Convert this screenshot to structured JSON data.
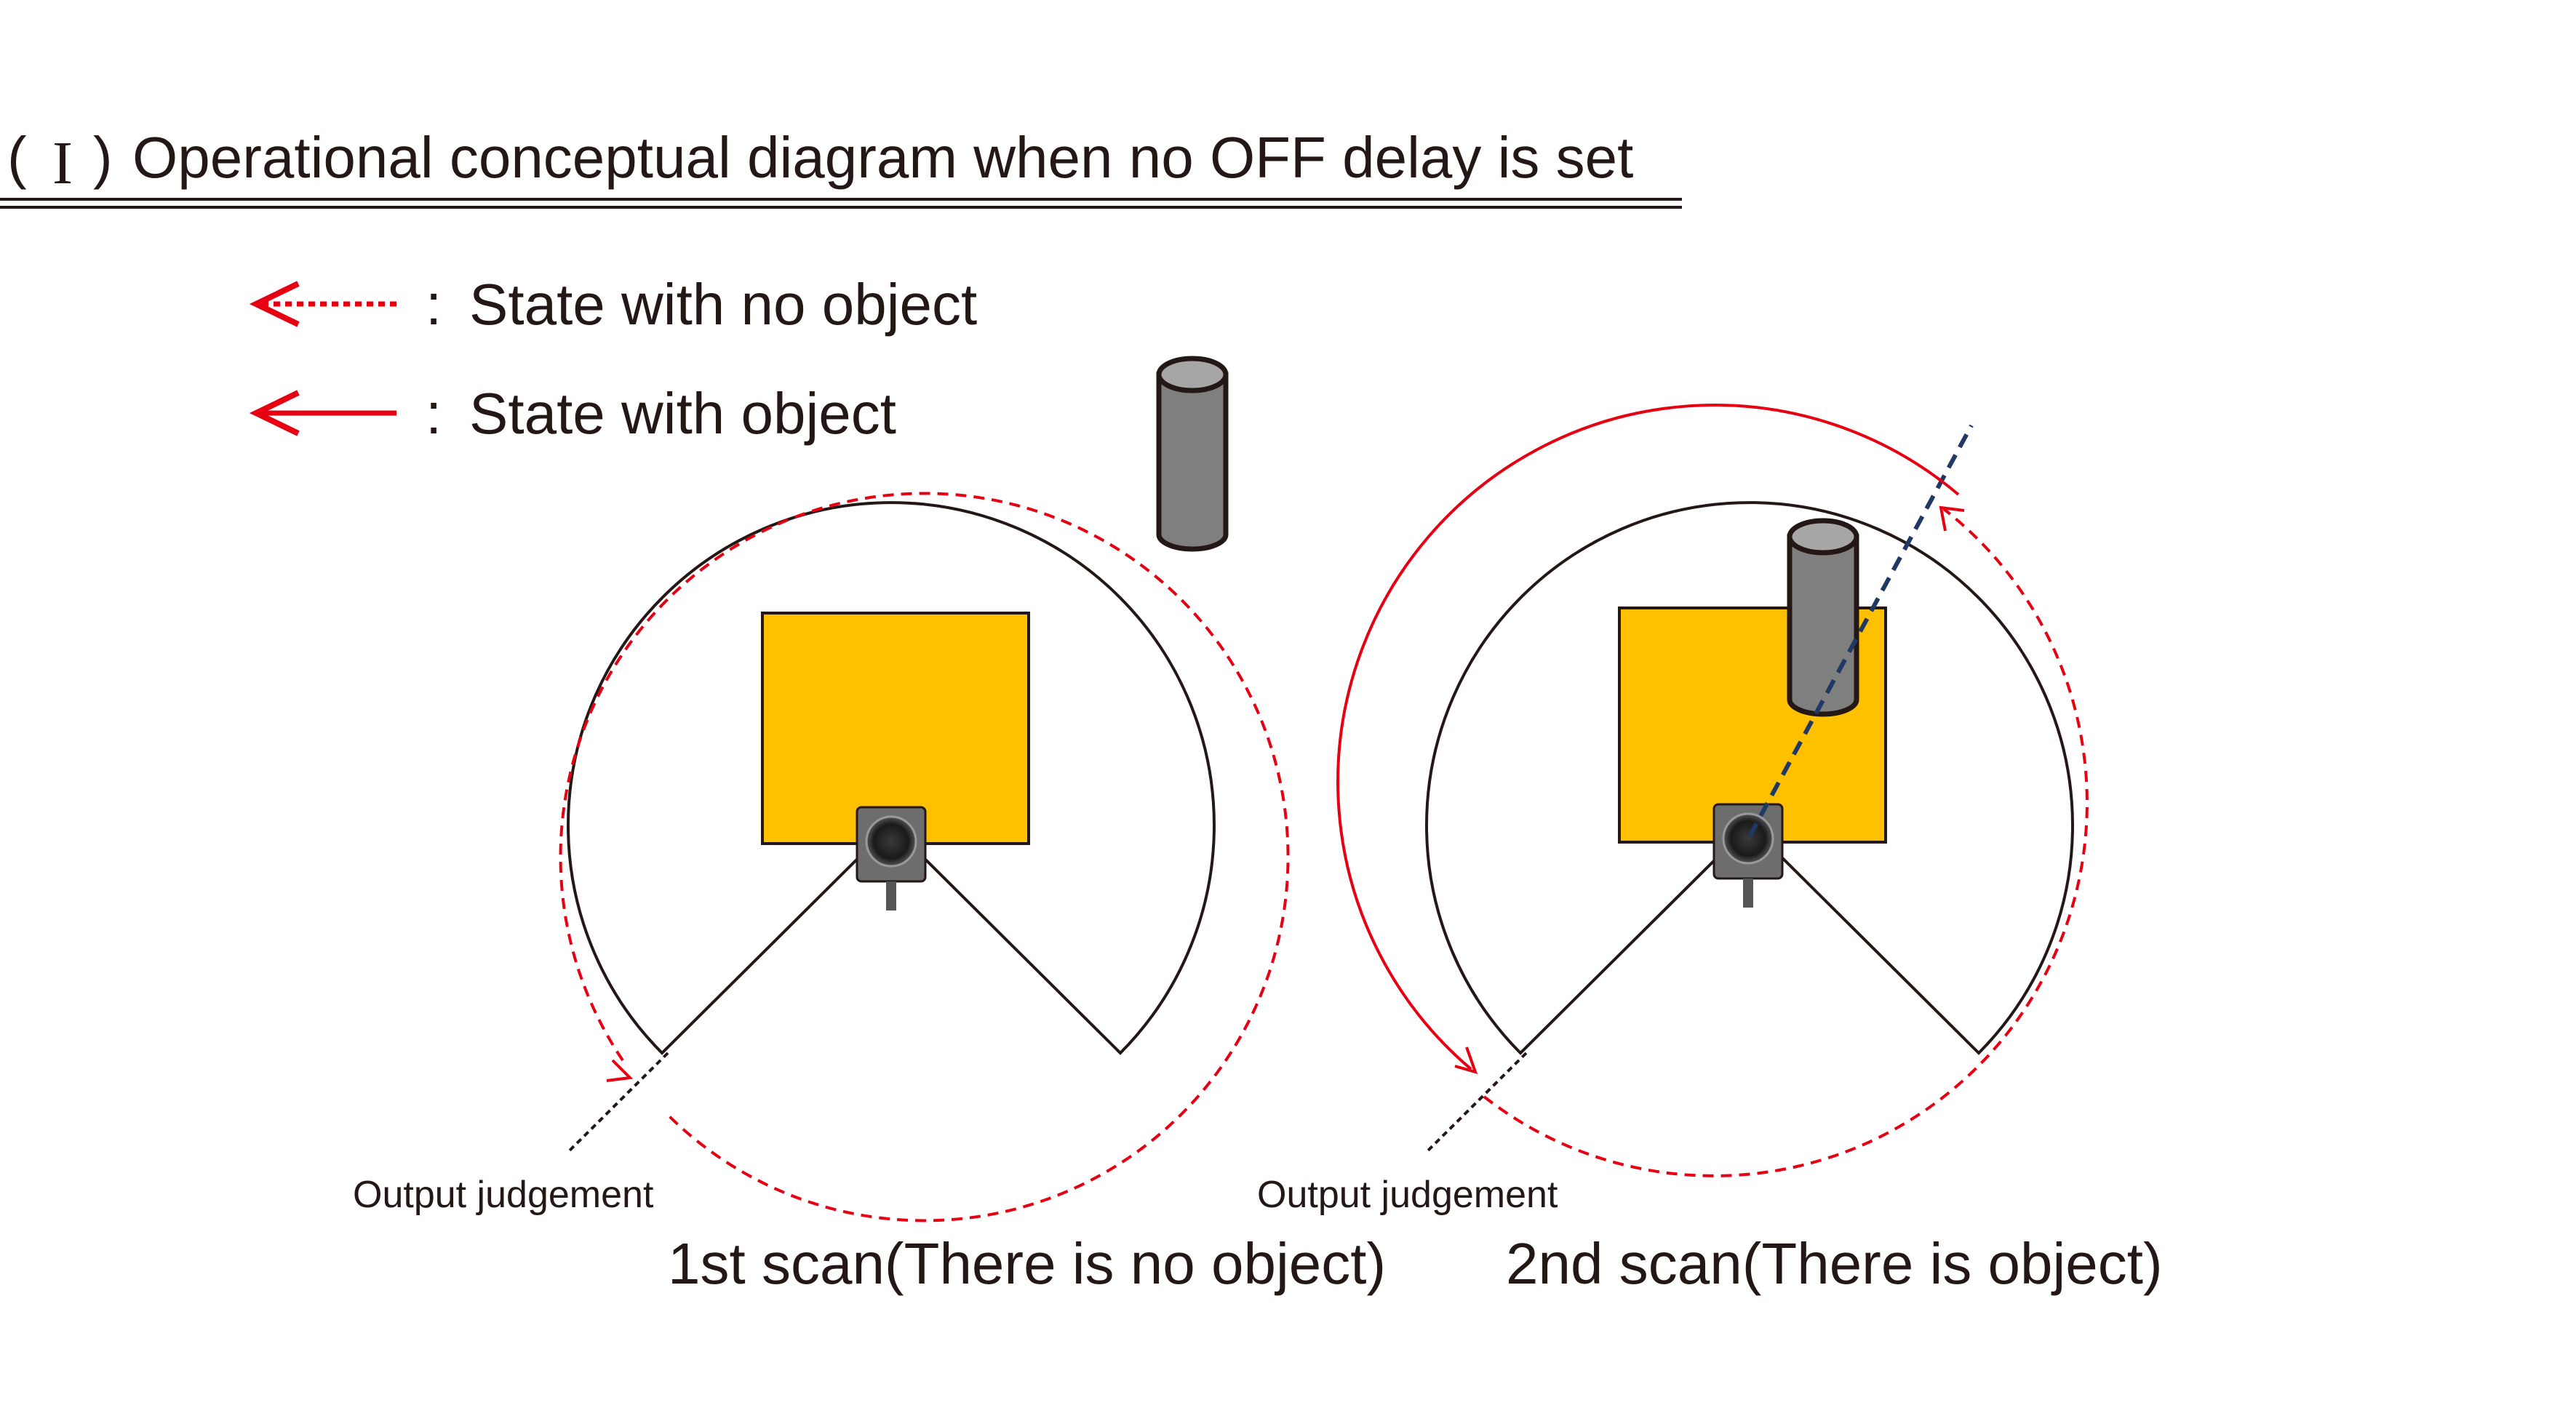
{
  "title": {
    "prefix": "(",
    "numeral": "I",
    "suffix": ")",
    "text": "Operational conceptual diagram when no OFF delay is set"
  },
  "legend": [
    {
      "separator": ":",
      "label": "State with no object",
      "line_style": "dotted"
    },
    {
      "separator": ":",
      "label": "State with object",
      "line_style": "solid"
    }
  ],
  "scans": [
    {
      "caption": "1st scan(There is no object)",
      "judgement_label": "Output judgement",
      "has_object": false
    },
    {
      "caption": "2nd scan(There is object)",
      "judgement_label": "Output judgement",
      "has_object": true
    }
  ],
  "colors": {
    "text": "#231815",
    "arrow_red": "#e60012",
    "target_box": "#ffc000",
    "cylinder": "#7f7f7f",
    "beam": "#1f3864"
  }
}
